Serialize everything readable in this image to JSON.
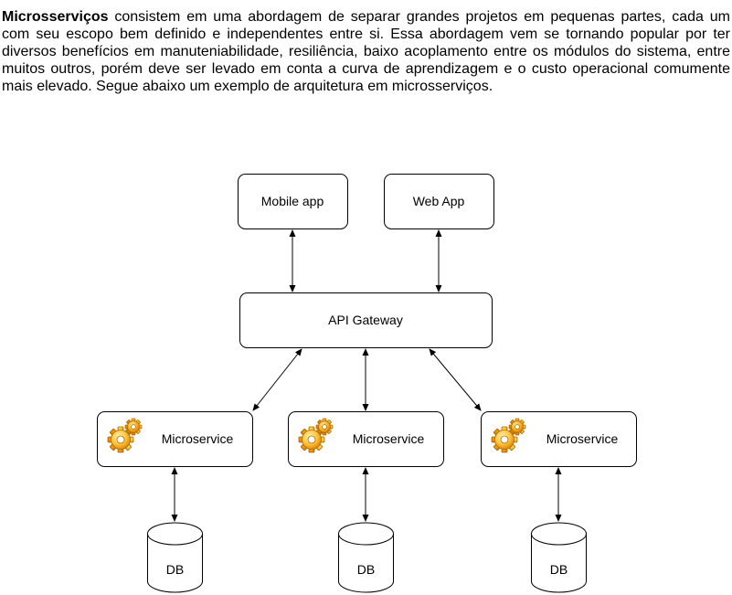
{
  "intro": {
    "bold_term": "Microsserviços",
    "text": " consistem em uma abordagem de separar grandes projetos em pequenas partes, cada um com seu escopo bem definido e independentes entre si. Essa abordagem vem se tornando popular por ter diversos benefícios em manuteniabilidade, resiliência, baixo acoplamento entre os módulos do sistema, entre muitos outros, porém deve ser levado em conta a curva de aprendizagem e o custo operacional comumente mais elevado. Segue abaixo um exemplo de arquitetura em microsserviços."
  },
  "diagram": {
    "clients": [
      {
        "label": "Mobile app"
      },
      {
        "label": "Web App"
      }
    ],
    "gateway": {
      "label": "API Gateway"
    },
    "services": [
      {
        "label": "Microservice",
        "icon": "gear-icon"
      },
      {
        "label": "Microservice",
        "icon": "gear-icon"
      },
      {
        "label": "Microservice",
        "icon": "gear-icon"
      }
    ],
    "databases": [
      {
        "label": "DB"
      },
      {
        "label": "DB"
      },
      {
        "label": "DB"
      }
    ],
    "edges": [
      {
        "from": "client-0",
        "to": "gateway",
        "direction": "both"
      },
      {
        "from": "client-1",
        "to": "gateway",
        "direction": "both"
      },
      {
        "from": "gateway",
        "to": "service-0",
        "direction": "both"
      },
      {
        "from": "gateway",
        "to": "service-1",
        "direction": "both"
      },
      {
        "from": "gateway",
        "to": "service-2",
        "direction": "both"
      },
      {
        "from": "service-0",
        "to": "db-0",
        "direction": "both"
      },
      {
        "from": "service-1",
        "to": "db-1",
        "direction": "both"
      },
      {
        "from": "service-2",
        "to": "db-2",
        "direction": "both"
      }
    ],
    "colors": {
      "gear_light": "#ffd966",
      "gear_dark": "#e69500",
      "stroke": "#000000"
    }
  }
}
